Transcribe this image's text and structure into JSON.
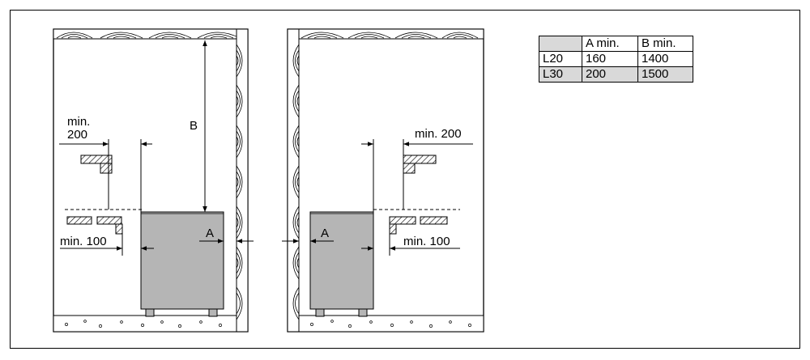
{
  "diagram": {
    "left_installation": {
      "label_min_200_line1": "min.",
      "label_min_200_line2": "200",
      "label_min_100": "min. 100",
      "label_A": "A",
      "label_B": "B"
    },
    "right_installation": {
      "label_min_200": "min. 200",
      "label_min_100": "min. 100",
      "label_A": "A"
    }
  },
  "clearance_table": {
    "headers": [
      "",
      "A min.",
      "B min."
    ],
    "rows": [
      {
        "model": "L20",
        "a_min": "160",
        "b_min": "1400"
      },
      {
        "model": "L30",
        "a_min": "200",
        "b_min": "1500"
      }
    ]
  },
  "colors": {
    "heater_fill": "#b5b5b5",
    "line": "#000000",
    "table_shade": "#d9d9d9"
  }
}
